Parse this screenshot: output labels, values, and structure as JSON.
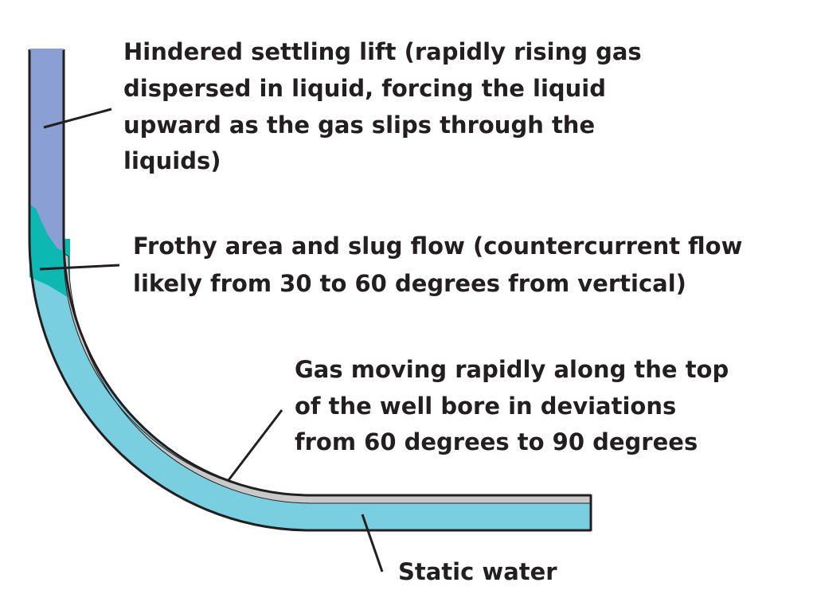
{
  "labels": {
    "hindered": [
      "Hindered settling lift (rapidly rising gas",
      "dispersed in liquid, forcing the liquid",
      "upward as the gas slips through the",
      "liquids)"
    ],
    "frothy": [
      "Frothy area and slug flow (countercurrent flow",
      "likely from 30 to 60 degrees from vertical)"
    ],
    "gas": [
      "Gas moving rapidly along the top",
      "of the well bore in deviations",
      "from 60 degrees to 90 degrees"
    ],
    "water": [
      "Static water"
    ]
  },
  "colors": {
    "gas_liquid_mix": "#8a9fd3",
    "frothy": "#0db7b2",
    "water": "#79cfe0",
    "gas_layer": "#c9c9c9",
    "wall": "#231f20"
  }
}
